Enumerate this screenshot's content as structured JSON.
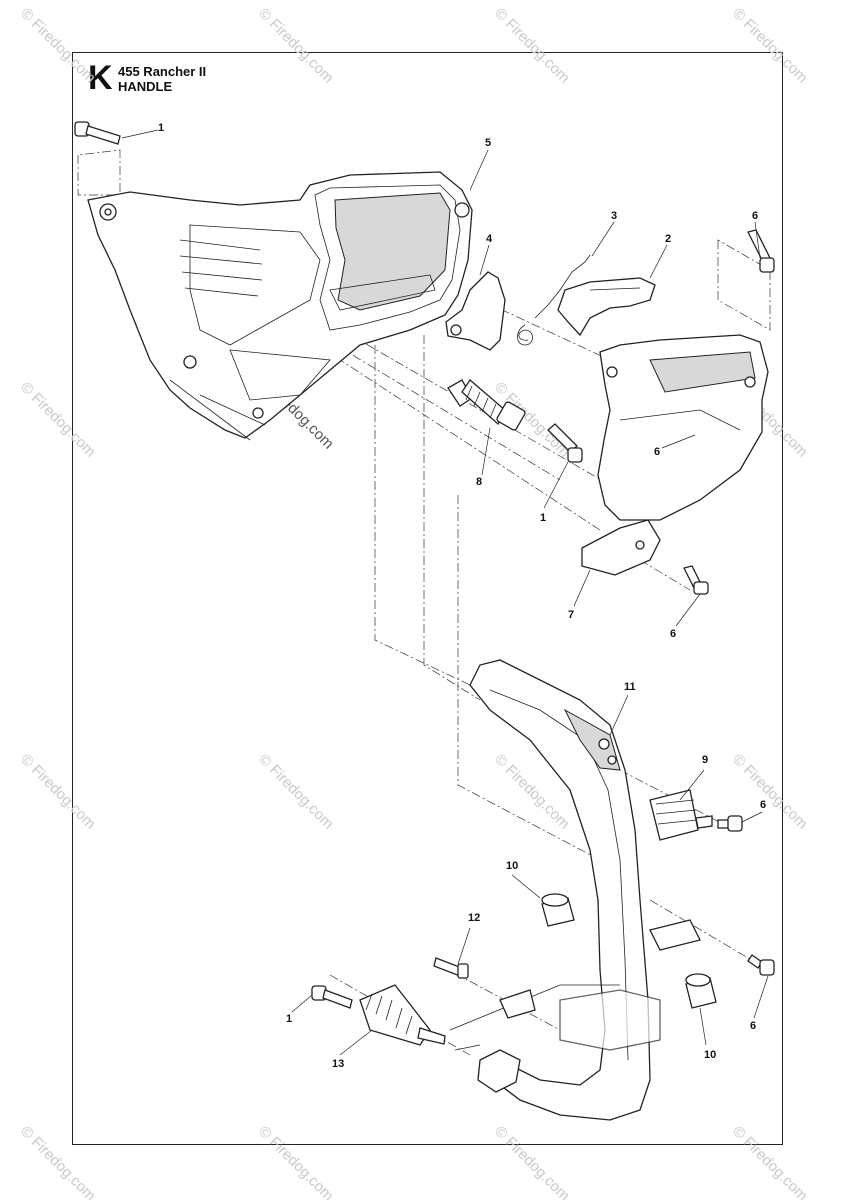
{
  "header": {
    "section_letter": "K",
    "model": "455 Rancher II",
    "section_name": "HANDLE"
  },
  "watermark": "© Firedog.com",
  "callouts": [
    "1",
    "5",
    "3",
    "4",
    "2",
    "6",
    "6",
    "8",
    "1",
    "7",
    "6",
    "11",
    "9",
    "6",
    "10",
    "12",
    "1",
    "13",
    "10",
    "6"
  ],
  "colors": {
    "line": "#222222",
    "watermark": "#c9c9c9",
    "shade": "#d8d8d8"
  }
}
